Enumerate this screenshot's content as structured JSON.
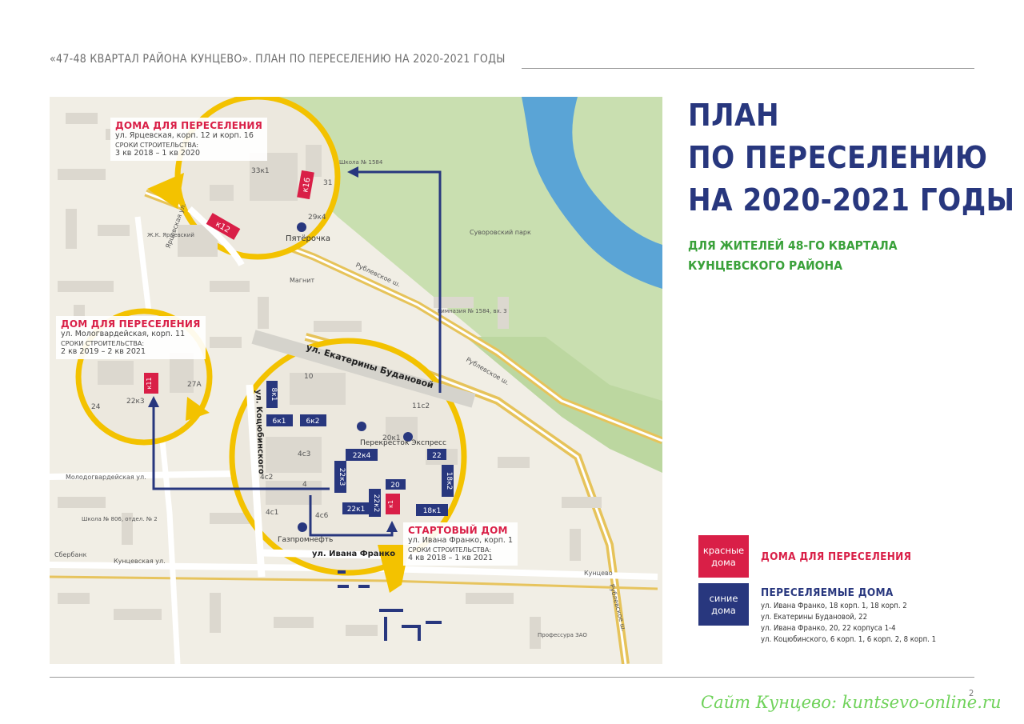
{
  "header": {
    "text": "«47-48 КВАРТАЛ РАЙОНА КУНЦЕВО». ПЛАН ПО ПЕРЕСЕЛЕНИЮ НА 2020-2021 ГОДЫ"
  },
  "title": {
    "line1": "ПЛАН",
    "line2": "ПО ПЕРЕСЕЛЕНИЮ",
    "line3": "НА 2020-2021 ГОДЫ"
  },
  "subtitle": {
    "line1": "ДЛЯ ЖИТЕЛЕЙ 48-ГО КВАРТАЛА",
    "line2": "КУНЦЕВСКОГО РАЙОНА"
  },
  "legend": {
    "red_box": "красные\nдома",
    "red_label": "ДОМА ДЛЯ ПЕРЕСЕЛЕНИЯ",
    "blue_box": "синие\nдома",
    "blue_label": "ПЕРЕСЕЛЯЕМЫЕ ДОМА",
    "blue_items": [
      "ул. Ивана Франко, 18 корп. 1, 18 корп. 2",
      "ул.  Екатерины Будановой, 22",
      "ул. Ивана Франко, 20, 22 корпуса 1-4",
      "ул. Коцюбинского, 6 корп. 1,  6 корп. 2, 8 корп. 1"
    ]
  },
  "callouts": {
    "north": {
      "title": "ДОМА ДЛЯ ПЕРЕСЕЛЕНИЯ",
      "address": "ул. Ярцевская, корп. 12 и корп. 16",
      "terms_label": "СРОКИ СТРОИТЕЛЬСТВА:",
      "dates": "3 кв 2018 – 1 кв 2020"
    },
    "west": {
      "title": "ДОМ ДЛЯ ПЕРЕСЕЛЕНИЯ",
      "address": "ул. Мологвардейская, корп. 11",
      "terms_label": "СРОКИ СТРОИТЕЛЬСТВА:",
      "dates": "2 кв 2019 – 2 кв 2021"
    },
    "start": {
      "title": "СТАРТОВЫЙ ДОМ",
      "address": "ул. Ивана Франко, корп. 1",
      "terms_label": "СРОКИ СТРОИТЕЛЬСТВА:",
      "dates": "4 кв 2018 – 1 кв 2021"
    }
  },
  "map": {
    "red_buildings": [
      "к16",
      "к12",
      "к11",
      "к1"
    ],
    "blue_buildings": [
      "8к1",
      "6к1",
      "6к2",
      "22к4",
      "22к3",
      "22к2",
      "22к1",
      "20",
      "22",
      "18к2",
      "18к1"
    ],
    "street_labels": [
      "ул. Екатерины Будановой",
      "ул. Коцюбинского",
      "ул. Ивана Франко",
      "Рублевское ш.",
      "Молодогвардейская ул.",
      "Кунцевская ул.",
      "Ярцевская ул.",
      "Рублевское ш.",
      "Рублевское ш."
    ],
    "poi_labels": [
      "Пятёрочка",
      "Перекресток Экспресс",
      "Газпромнефть",
      "Суворовский парк",
      "Гимназия № 1584, вх. 3",
      "Магнит",
      "Кунцево",
      "Сбербанк",
      "Профессура ЗАО",
      "Школа № 806, отдел. № 2",
      "Ж.К. Ярцевский"
    ],
    "small_labels": [
      "33к1",
      "31",
      "29к4",
      "22к3",
      "24",
      "27А",
      "10",
      "11с2",
      "20к1",
      "4с3",
      "4с2",
      "4с1",
      "4",
      "4с6",
      "Школа № 1584"
    ],
    "colors": {
      "yellow": "#f3c200",
      "blue": "#28377e",
      "red": "#d91f47",
      "water": "#5aa4d6",
      "park": "#c9dfb0"
    }
  },
  "page_number": "2",
  "watermark": "Сайт Кунцево:  kuntsevo-online.ru"
}
